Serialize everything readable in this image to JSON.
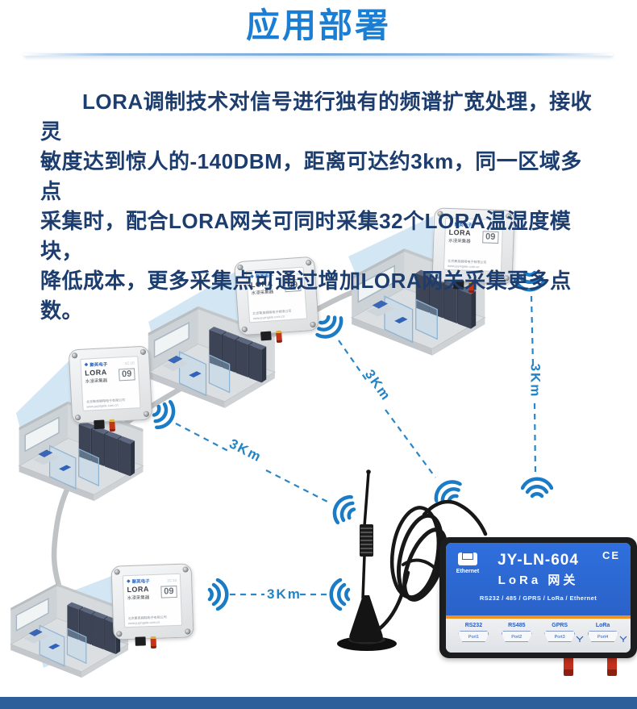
{
  "header": {
    "title": "应用部署"
  },
  "intro": {
    "lines": [
      "LORA调制技术对信号进行独有的频谱扩宽处理，接收灵",
      "敏度达到惊人的-140DBM，距离可达约3km，同一区域多点",
      "采集时，配合LORA网关可同时采集32个LORA温湿度模块，",
      "降低成本，更多采集点可通过增加LORA网关采集更多点数。"
    ]
  },
  "module_label": {
    "brand": "聚英电子",
    "product": "LORA",
    "type": "水浸采集器",
    "code": "1C:10",
    "number": "09",
    "company": "北京聚英翱翔电子有限公司",
    "website": "www.juyingele.com.cn"
  },
  "links": [
    {
      "label": "3Km"
    },
    {
      "label": "3Km"
    },
    {
      "label": "3Km"
    },
    {
      "label": "3Km"
    }
  ],
  "gateway": {
    "model": "JY-LN-604",
    "name": "LoRa 网关",
    "ce_mark": "CE",
    "ethernet_label": "Ethernet",
    "interfaces": "RS232 / 485 / GPRS / LoRa / Ethernet",
    "ports": [
      {
        "label": "RS232",
        "port": "Port1"
      },
      {
        "label": "RS485",
        "port": "Port2"
      },
      {
        "label": "GPRS",
        "port": "Port3"
      },
      {
        "label": "LoRa",
        "port": "Port4"
      }
    ]
  },
  "colors": {
    "title_blue": "#1a7fd4",
    "text_navy": "#1c3d6e",
    "signal_blue": "#2284c6",
    "gateway_blue": "#2c68d2",
    "stripe_orange": "#f0921d",
    "footer_blue": "#2e5f9b"
  }
}
